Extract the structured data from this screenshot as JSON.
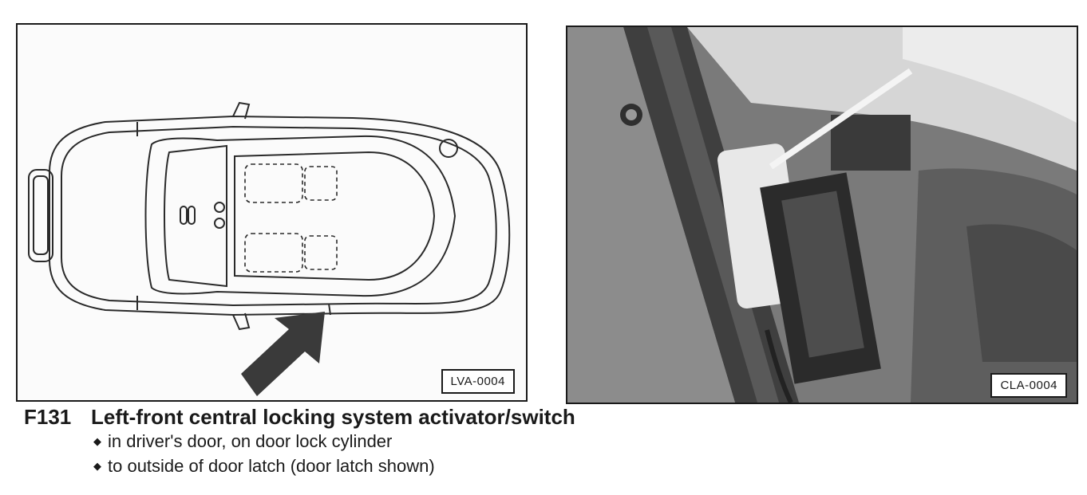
{
  "figures": [
    {
      "label": "LVA-0004"
    },
    {
      "label": "CLA-0004"
    }
  ],
  "caption": {
    "code": "F131",
    "title": "Left-front central locking system activator/switch",
    "bullets": [
      "in driver's door, on door lock cylinder",
      "to outside of door latch (door latch shown)"
    ]
  },
  "bullet_glyph": "◆"
}
